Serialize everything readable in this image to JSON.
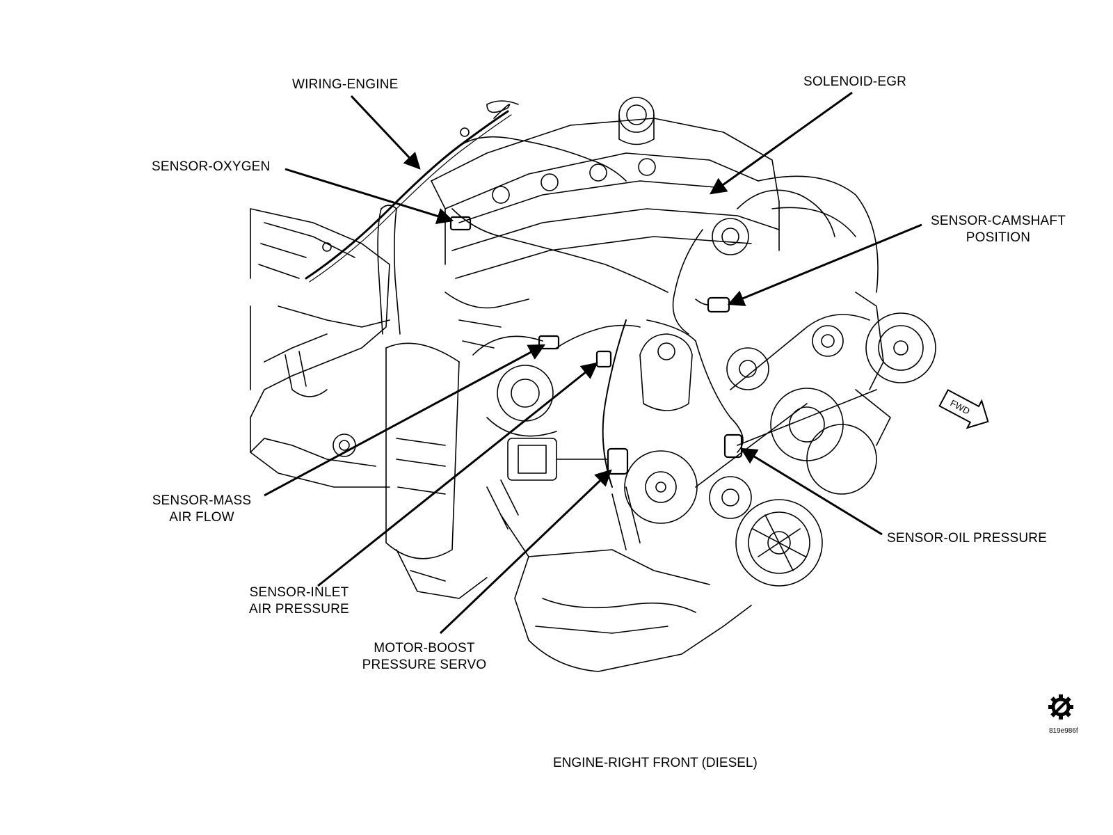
{
  "labels": {
    "wiring_engine": "WIRING-ENGINE",
    "solenoid_egr": "SOLENOID-EGR",
    "sensor_oxygen": "SENSOR-OXYGEN",
    "sensor_camshaft_line1": "SENSOR-CAMSHAFT",
    "sensor_camshaft_line2": "POSITION",
    "sensor_maf_line1": "SENSOR-MASS",
    "sensor_maf_line2": "AIR FLOW",
    "sensor_oil_pressure": "SENSOR-OIL PRESSURE",
    "sensor_inlet_line1": "SENSOR-INLET",
    "sensor_inlet_line2": "AIR PRESSURE",
    "motor_boost_line1": "MOTOR-BOOST",
    "motor_boost_line2": "PRESSURE SERVO"
  },
  "direction_marker": "FWD",
  "caption": "ENGINE-RIGHT FRONT (DIESEL)",
  "figure_code": "819e986f",
  "icons": [
    "gear-service-icon"
  ],
  "colors": {
    "line": "#000000",
    "background": "#ffffff"
  }
}
